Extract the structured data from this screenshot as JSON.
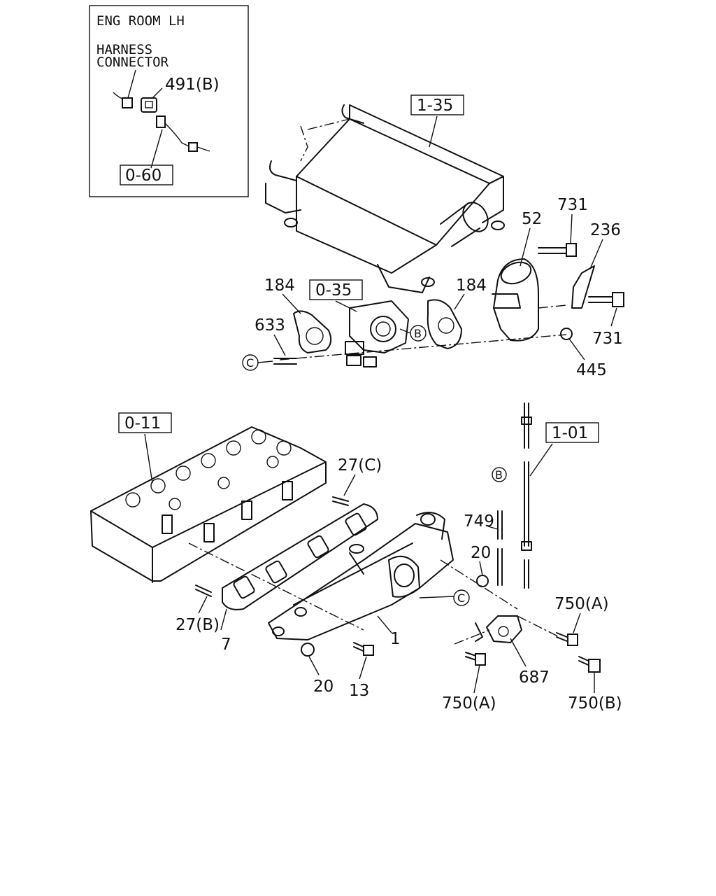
{
  "inset": {
    "title": "ENG ROOM LH",
    "subtitle_line1": "HARNESS",
    "subtitle_line2": "CONNECTOR",
    "part_491": "491(B)",
    "ref_060": "0-60"
  },
  "refs": {
    "r135": "1-35",
    "r035": "0-35",
    "r011": "0-11",
    "r101": "1-01"
  },
  "callouts": {
    "p731a": "731",
    "p52": "52",
    "p236": "236",
    "p184a": "184",
    "p184b": "184",
    "p633": "633",
    "p731b": "731",
    "p445": "445",
    "p27c": "27(C)",
    "p749": "749",
    "p20a": "20",
    "p750a1": "750(A)",
    "p27b": "27(B)",
    "p7": "7",
    "p1": "1",
    "p20b": "20",
    "p13": "13",
    "p687": "687",
    "p750a2": "750(A)",
    "p750b": "750(B)"
  },
  "circled": {
    "b1": "B",
    "c1": "C",
    "b2": "B",
    "c2": "C"
  }
}
